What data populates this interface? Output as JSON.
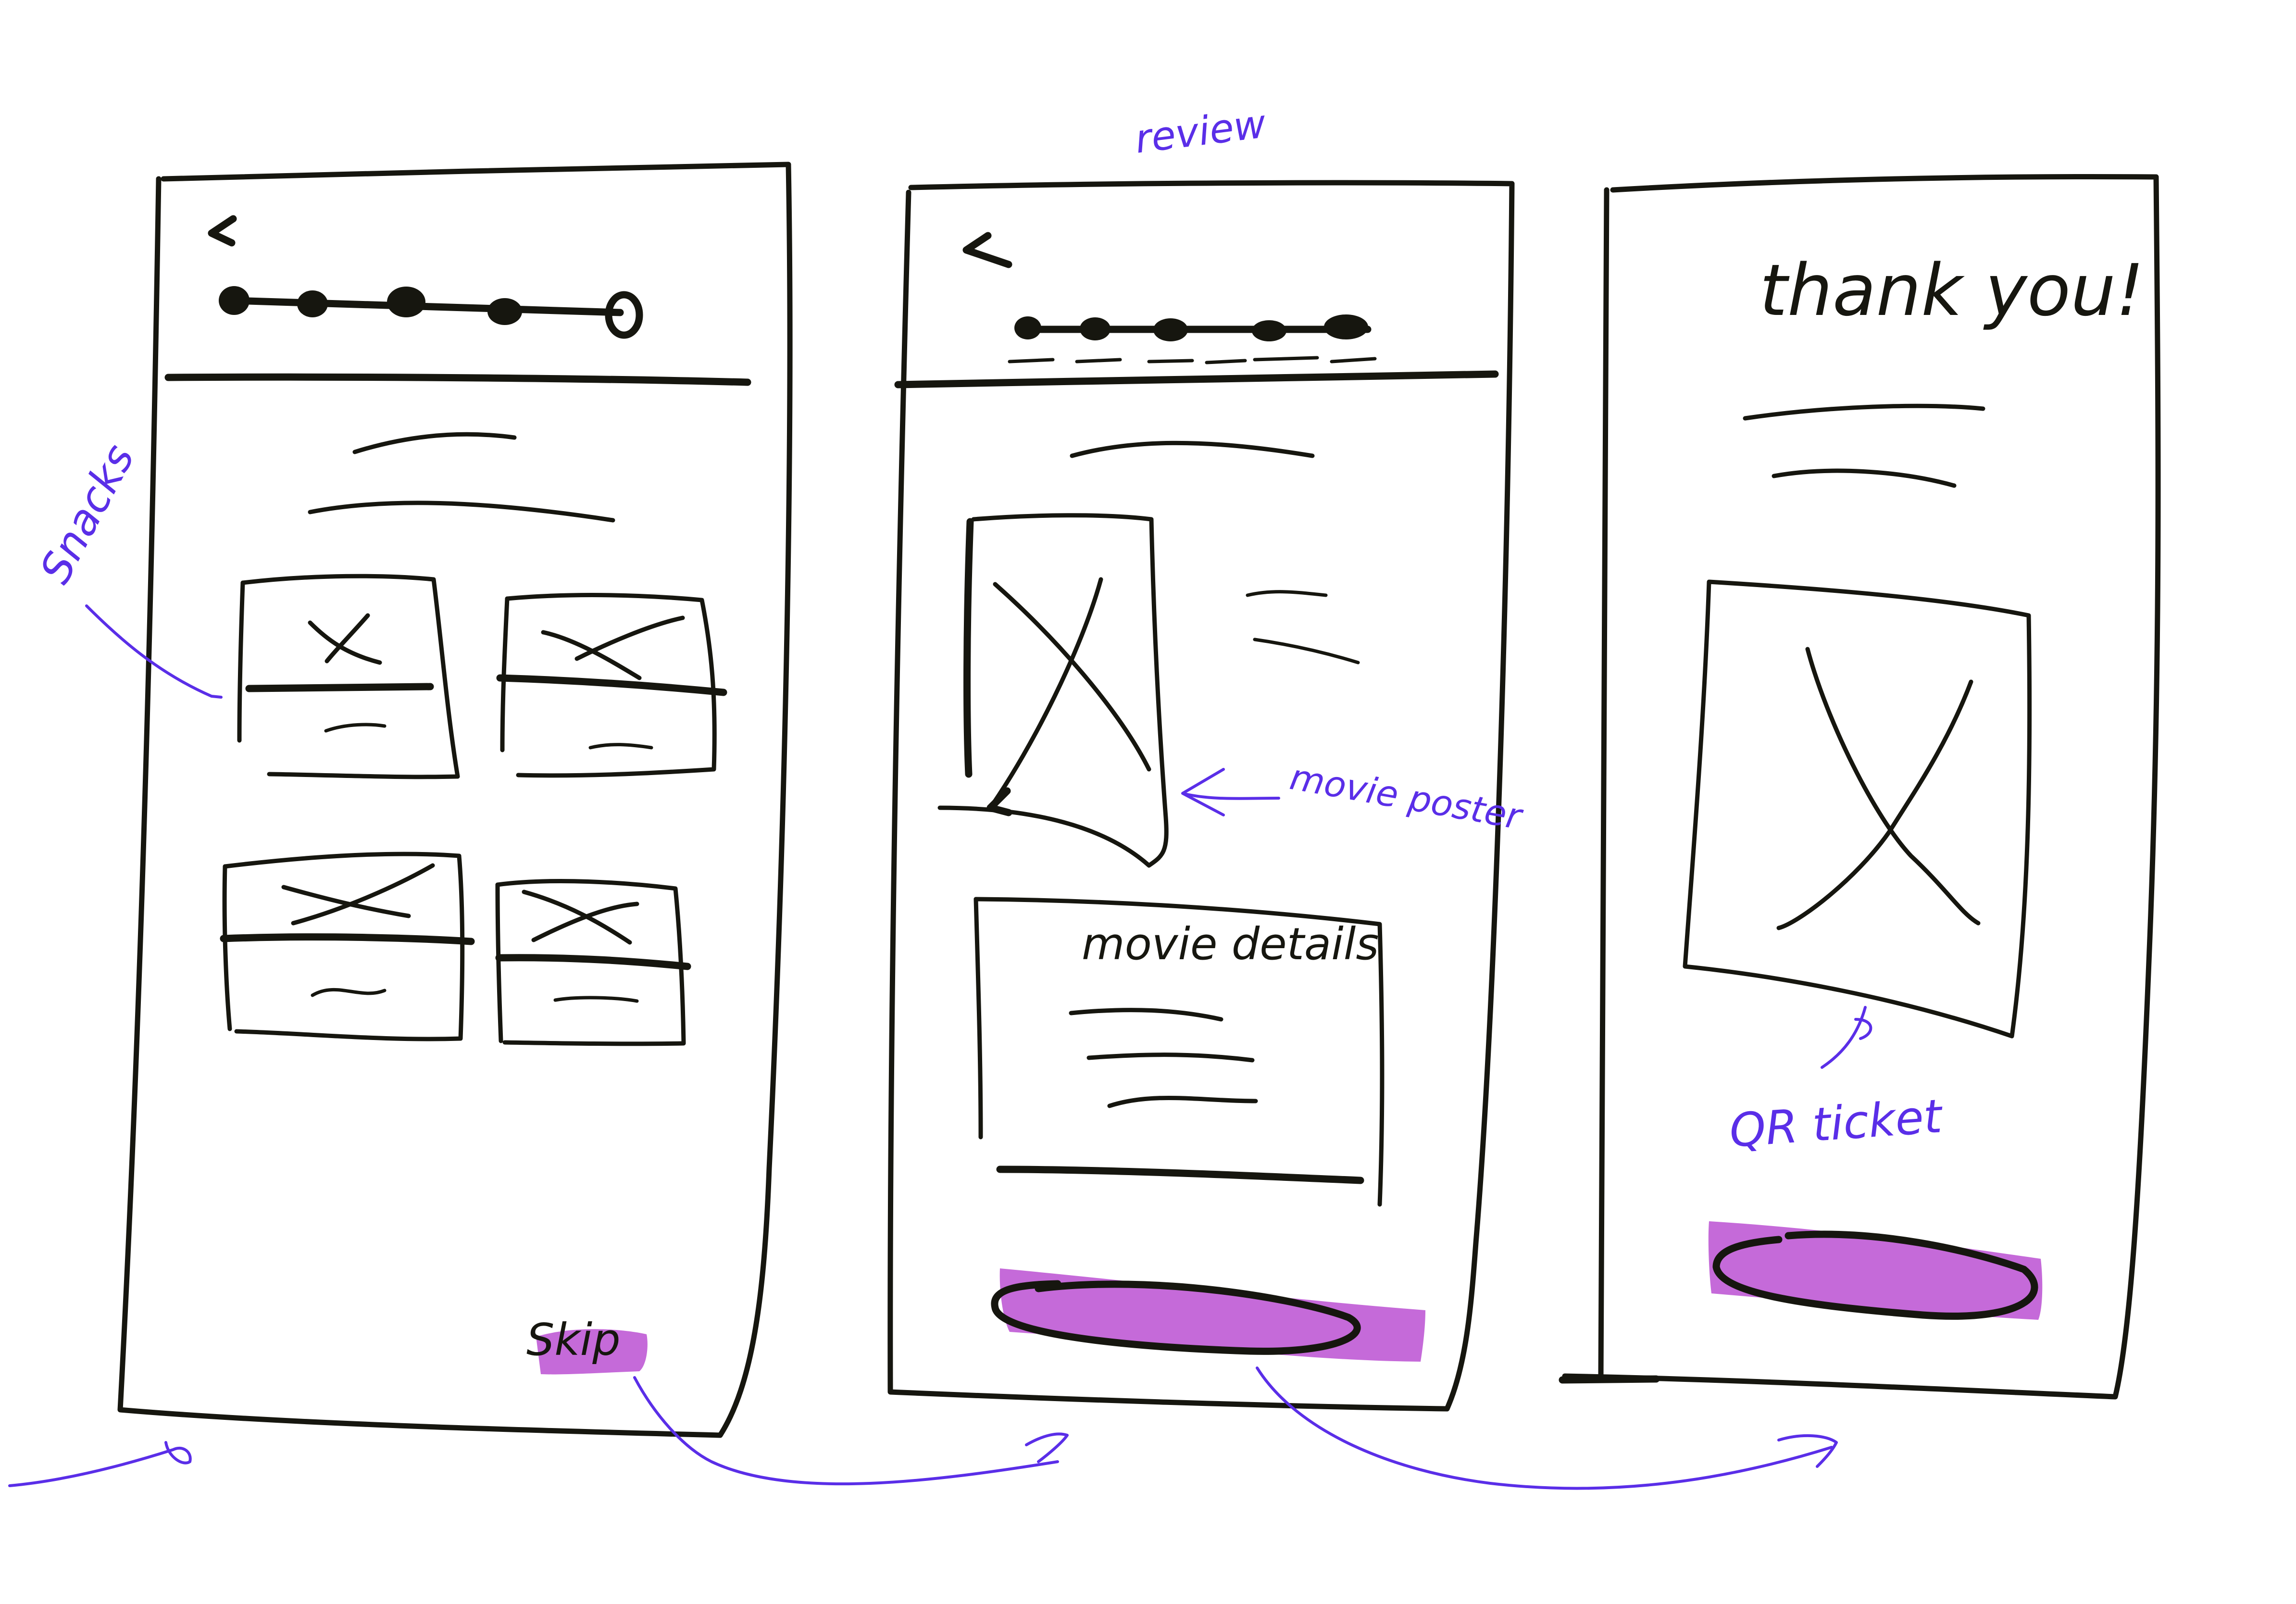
{
  "annotations": {
    "snacks": "Snacks",
    "review": "review",
    "movie_poster": "movie poster",
    "qr_ticket": "QR ticket"
  },
  "screen1": {
    "back_icon": "<",
    "skip_label": "Skip"
  },
  "screen2": {
    "back_icon": "<",
    "details_title": "movie details"
  },
  "screen3": {
    "thank_you": "thank you!"
  },
  "colors": {
    "ink": "#16160f",
    "note": "#5a2ee8",
    "highlight": "#c56ad9"
  }
}
